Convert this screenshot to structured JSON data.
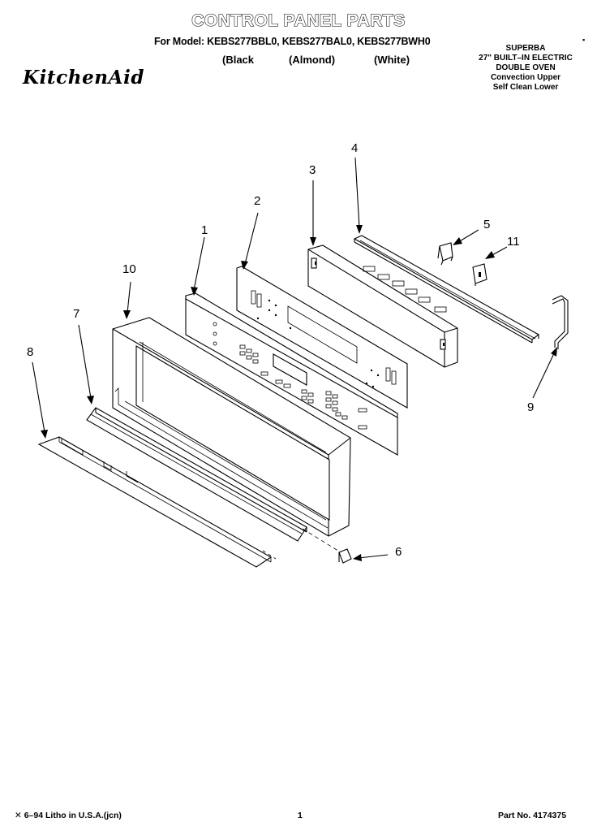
{
  "header": {
    "title": "CONTROL PANEL PARTS",
    "models_line": "For Model: KEBS277BBL0, KEBS277BAL0, KEBS277BWH0",
    "color_variants": [
      "(Black",
      "(Almond)",
      "(White)"
    ]
  },
  "brand": {
    "logo_text": "KitchenAid"
  },
  "product_info": {
    "lines": [
      "SUPERBA",
      "27\" BUILT–IN ELECTRIC",
      "DOUBLE OVEN",
      "Convection Upper",
      "Self Clean Lower"
    ],
    "marker": "▪"
  },
  "diagram": {
    "callouts": [
      "1",
      "2",
      "3",
      "4",
      "5",
      "6",
      "7",
      "8",
      "9",
      "10",
      "11"
    ]
  },
  "footer": {
    "litho": "✕ 6–94 Litho in U.S.A.(jcn)",
    "page_number": "1",
    "part_no": "Part No. 4174375"
  }
}
